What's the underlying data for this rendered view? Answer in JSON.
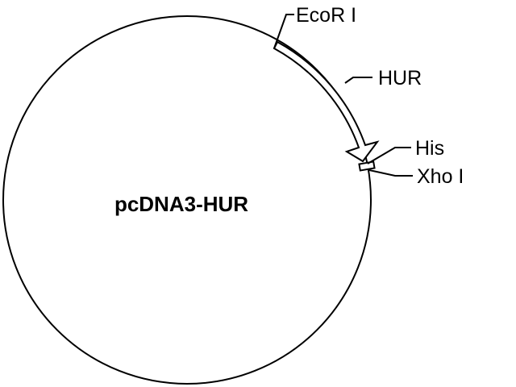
{
  "plasmid": {
    "name": "pcDNA3-HUR"
  },
  "features": {
    "ecor1": "EcoR I",
    "hur": "HUR",
    "his": "His",
    "xho1": "Xho I"
  },
  "colors": {
    "stroke": "#000000",
    "background": "#ffffff",
    "fill": "#ffffff"
  }
}
